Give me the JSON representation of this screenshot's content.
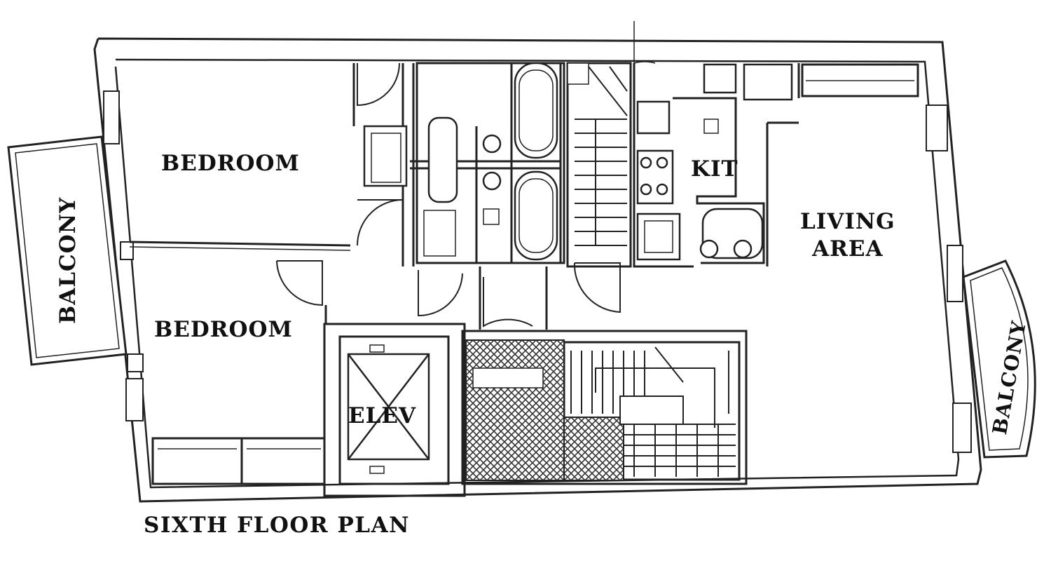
{
  "plan": {
    "title": "SIXTH FLOOR PLAN",
    "rooms": {
      "bedroom_upper": "BEDROOM",
      "bedroom_lower": "BEDROOM",
      "kitchen": "KIT",
      "living_line1": "LIVING",
      "living_line2": "AREA",
      "balcony_left": "BALCONY",
      "balcony_right": "BALCONY",
      "elevator": "ELEV"
    }
  }
}
